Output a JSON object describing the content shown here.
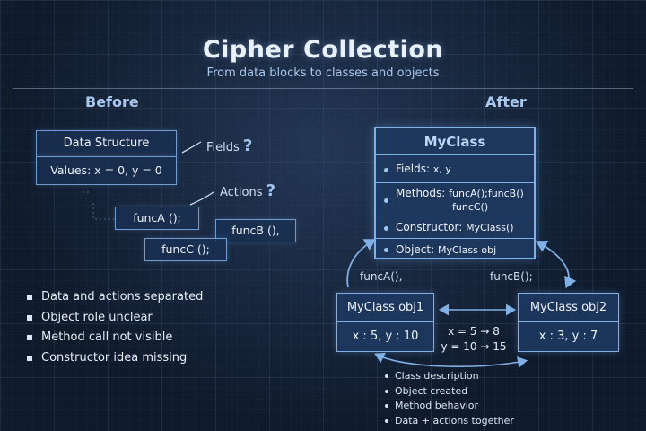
{
  "header": {
    "title": "Cipher Collection",
    "subtitle": "From data blocks to classes and objects"
  },
  "before": {
    "heading": "Before",
    "data_structure": {
      "title": "Data Structure",
      "values": "Values: x = 0, y = 0"
    },
    "annotations": {
      "fields": "Fields",
      "actions": "Actions",
      "question_mark": "?"
    },
    "functions": [
      "funcA ();",
      "funcB (),",
      "funcC ();"
    ],
    "bullets": [
      "Data and actions separated",
      "Object role unclear",
      "Method call not visible",
      "Constructor idea missing"
    ]
  },
  "after": {
    "heading": "After",
    "class": {
      "name": "MyClass",
      "rows": [
        {
          "label": "Fields:",
          "value": "x, y"
        },
        {
          "label": "Methods:",
          "value": "funcA();funcB()",
          "value2": "funcC()"
        },
        {
          "label": "Constructor:",
          "value": "MyClass()"
        },
        {
          "label": "Object:",
          "value": "MyClass obj"
        }
      ]
    },
    "arrow_labels": {
      "left": "funcA(),",
      "right": "funcB();"
    },
    "objects": [
      {
        "name": "MyClass obj1",
        "values": "x : 5, y : 10"
      },
      {
        "name": "MyClass obj2",
        "values": "x : 3, y : 7"
      }
    ],
    "changes": [
      "x = 5 → 8",
      "y = 10 → 15"
    ],
    "bullets": [
      "Class description",
      "Object created",
      "Method behavior",
      "Data + actions together"
    ]
  },
  "colors": {
    "background": "#0f1a2b",
    "box_border": "#7fb0e6",
    "heading": "#a8c8ef"
  }
}
